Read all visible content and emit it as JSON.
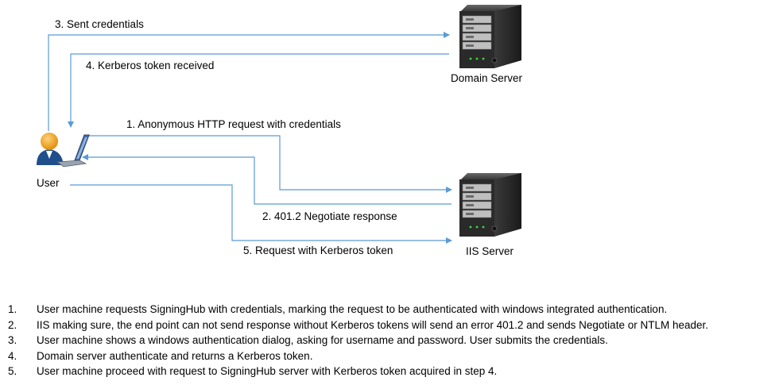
{
  "nodes": {
    "user": "User",
    "domain_server": "Domain Server",
    "iis_server": "IIS Server"
  },
  "arrows": {
    "sent_credentials": "3. Sent credentials",
    "kerberos_received": "4. Kerberos  token  received",
    "anonymous_request": "1. Anonymous  HTTP request with credentials",
    "negotiate_response": "2. 401.2 Negotiate response",
    "request_with_token": "5. Request with Kerberos token"
  },
  "steps": [
    {
      "num": "1.",
      "text": "User machine requests SigningHub with credentials, marking the request to be authenticated with windows integrated authentication."
    },
    {
      "num": "2.",
      "text": "IIS making sure, the end point can not send response without Kerberos tokens will send an error 401.2 and sends Negotiate or NTLM header."
    },
    {
      "num": "3.",
      "text": "User machine shows a windows authentication dialog, asking for username and password. User submits the credentials."
    },
    {
      "num": "4.",
      "text": "Domain server authenticate and returns a  Kerberos token."
    },
    {
      "num": "5.",
      "text": "User machine proceed with request to SigningHub server with Kerberos token acquired in step 4."
    }
  ],
  "colors": {
    "arrow": "#5b9bd5",
    "server_body": "#2b2b2b",
    "user_body": "#1f4e8c",
    "user_head": "#f39c12"
  }
}
